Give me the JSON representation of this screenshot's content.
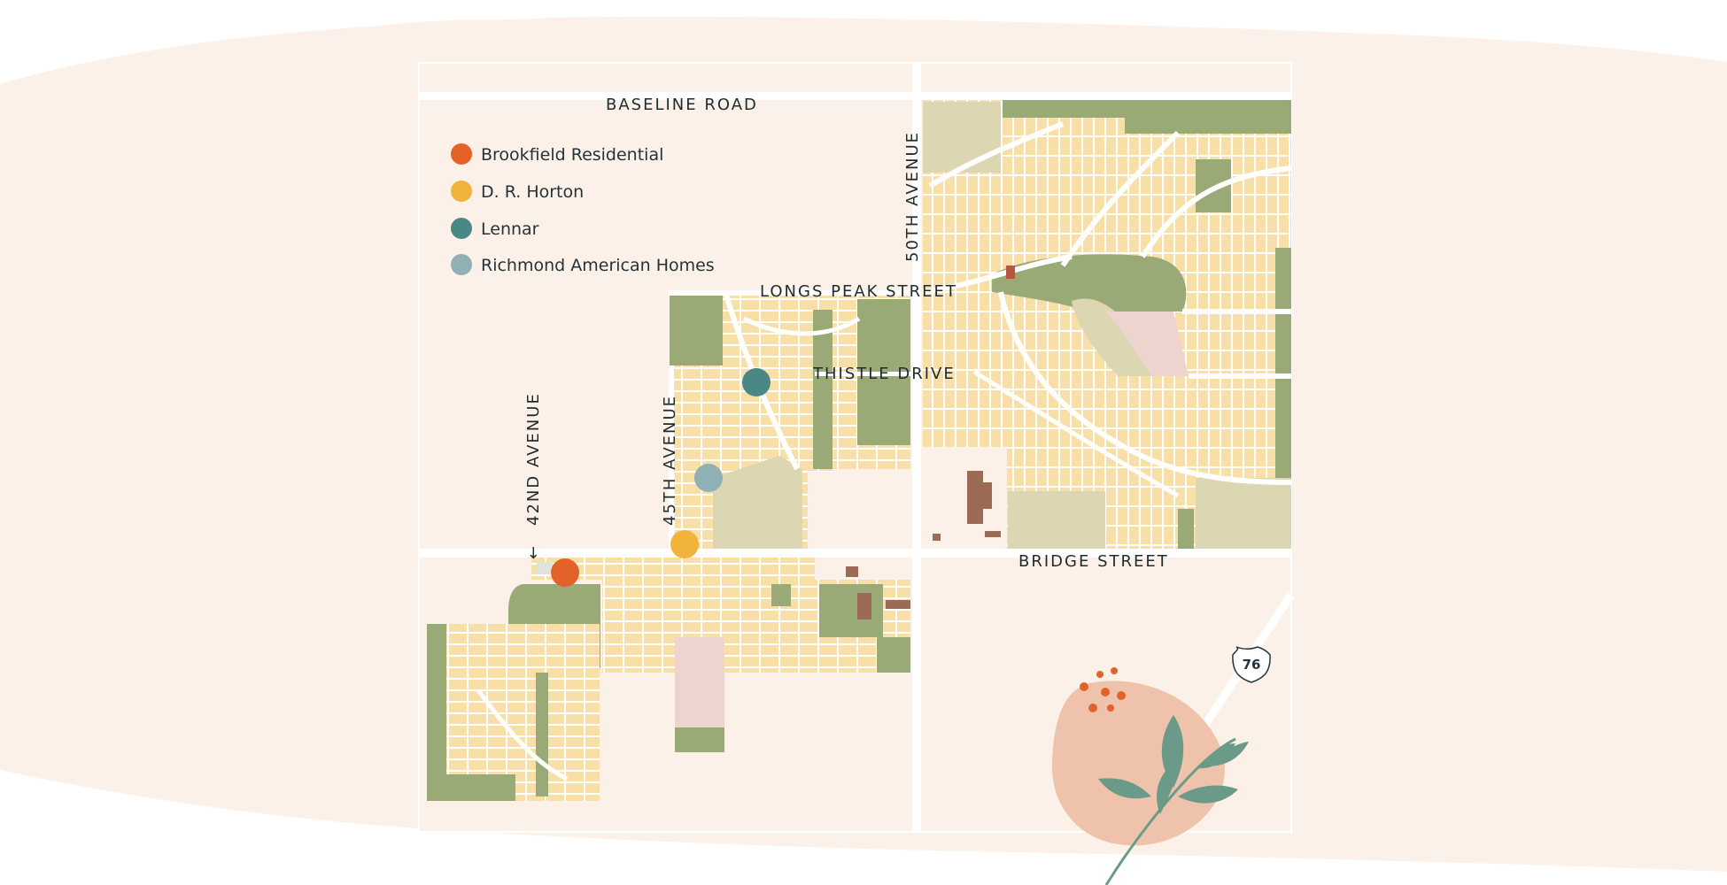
{
  "legend": [
    {
      "label": "Brookfield Residential",
      "color": "#e2622a"
    },
    {
      "label": "D. R. Horton",
      "color": "#f2b33d"
    },
    {
      "label": "Lennar",
      "color": "#4a8886"
    },
    {
      "label": "Richmond American Homes",
      "color": "#8fb0b4"
    }
  ],
  "streets": {
    "baseline": "BASELINE ROAD",
    "fiftieth": "50TH AVENUE",
    "longs_peak": "LONGS PEAK STREET",
    "thistle": "THISTLE DRIVE",
    "fortyfifth": "45TH AVENUE",
    "fortysecond": "42ND AVENUE",
    "bridge": "BRIDGE STREET"
  },
  "arrow_glyph": "←",
  "highway": {
    "number": "76",
    "icon": "interstate-shield-icon"
  },
  "colors": {
    "background_wash": "#fcf1e8",
    "lots": "#f8dfa7",
    "open_space": "#9aaa76",
    "pale_open_space": "#ddd6b2",
    "pink_parcel": "#edd4cf",
    "buildings": "#9b6b55",
    "roads": "#ffffff"
  }
}
